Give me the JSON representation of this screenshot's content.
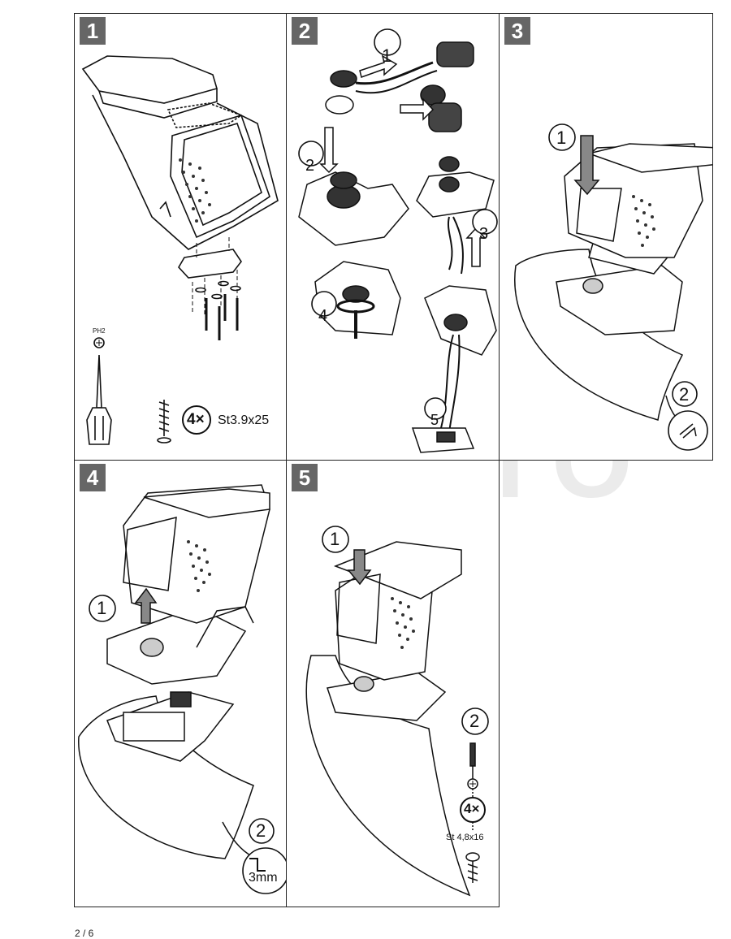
{
  "watermark": "AG AUTO",
  "page_number": "2 / 6",
  "panels": [
    {
      "number": "1",
      "tool_label": "PH2",
      "screw_count": "4×",
      "screw_spec": "St3.9x25"
    },
    {
      "number": "2",
      "callouts": [
        "1",
        "2",
        "3",
        "4",
        "5"
      ]
    },
    {
      "number": "3",
      "callouts": [
        "1",
        "2"
      ]
    },
    {
      "number": "4",
      "callouts": [
        "1",
        "2"
      ],
      "hole_spec": "3mm"
    },
    {
      "number": "5",
      "callouts": [
        "1",
        "2"
      ],
      "screw_count": "4×",
      "screw_spec": "St 4,8x16"
    }
  ]
}
